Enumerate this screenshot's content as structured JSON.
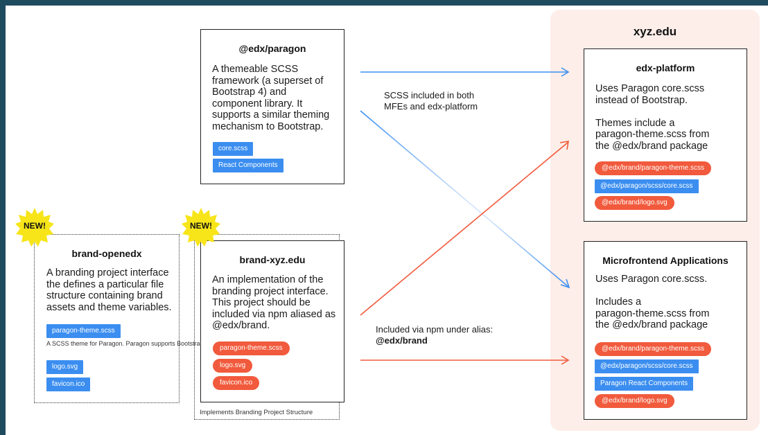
{
  "panel": {
    "title": "xyz.edu",
    "background": "#fdeee9"
  },
  "colors": {
    "blue": "#3b8ef0",
    "red": "#f15a3c",
    "frame": "#1f4b5e",
    "badge": "#f7e51a"
  },
  "badges": [
    "NEW!",
    "NEW!"
  ],
  "paragon": {
    "title": "@edx/paragon",
    "description": "A themeable SCSS\nframework (a superset of\nBootstrap 4) and\ncomponent library. It\nsupports a similar theming\nmechanism to Bootstrap.",
    "chips": [
      "core.scss",
      "React Components"
    ]
  },
  "brand_openedx": {
    "title": "brand-openedx",
    "description": "A branding project interface\nthe defines a particular file\nstructure containing brand\nassets and theme variables.",
    "chip1": "paragon-theme.scss",
    "chip1_note": "A SCSS theme for Paragon. Paragon\nsupports Bootstrap theme files.",
    "chip2": "logo.svg",
    "chip3": "favicon.ico"
  },
  "brand_xyz": {
    "title": "brand-xyz.edu",
    "description": "An implementation of the\nbranding project interface.\nThis project should be\nincluded via npm aliased as\n@edx/brand.",
    "chips": [
      "paragon-theme.scss",
      "logo.svg",
      "favicon.ico"
    ],
    "footer": "Implements Branding Project Structure"
  },
  "edx_platform": {
    "title": "edx-platform",
    "description": "Uses Paragon core.scss\ninstead of Bootstrap.\n\nThemes include a\nparagon-theme.scss from\nthe @edx/brand package",
    "chips": [
      "@edx/brand/paragon-theme.scss",
      "@edx/paragon/scss/core.scss",
      "@edx/brand/logo.svg"
    ]
  },
  "mfe": {
    "title": "Microfrontend Applications",
    "description": "Uses Paragon core.scss.\n\nIncludes a\nparagon-theme.scss from\nthe @edx/brand package",
    "chips": [
      "@edx/brand/paragon-theme.scss",
      "@edx/paragon/scss/core.scss",
      "Paragon React Components",
      "@edx/brand/logo.svg"
    ]
  },
  "edges": {
    "scss_label": "SCSS included in both\nMFEs and edx-platform",
    "npm_label": "Included via npm under alias:",
    "npm_alias": "@edx/brand"
  }
}
